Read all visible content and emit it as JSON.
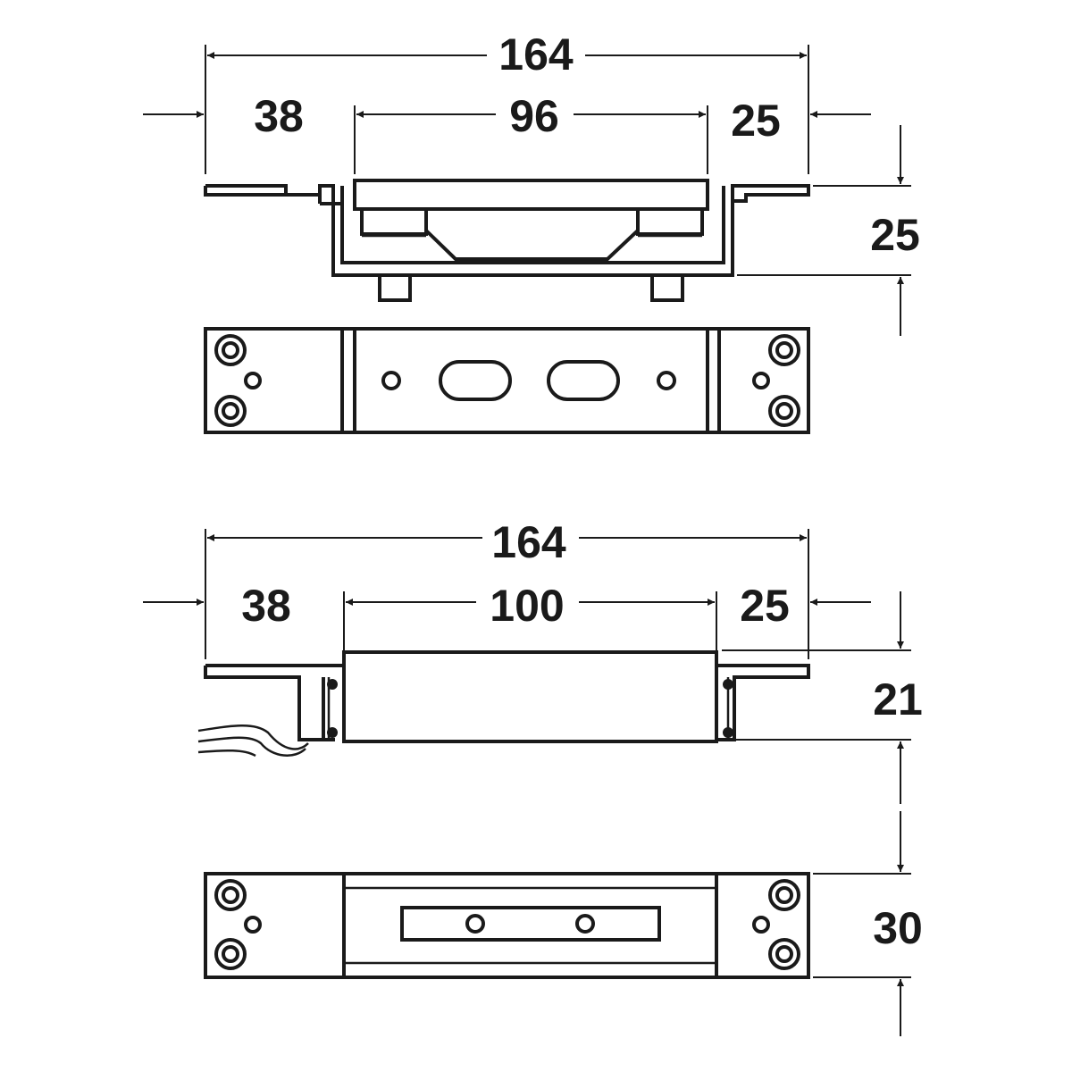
{
  "views": {
    "top_product": {
      "overall_length": "164",
      "left_offset": "38",
      "center_length": "96",
      "right_offset": "25",
      "height": "25"
    },
    "bottom_product": {
      "overall_length": "164",
      "left_offset": "38",
      "center_length": "100",
      "right_offset": "25",
      "height": "21",
      "width": "30"
    }
  },
  "colors": {
    "line": "#1a1a1a",
    "background": "#ffffff"
  }
}
